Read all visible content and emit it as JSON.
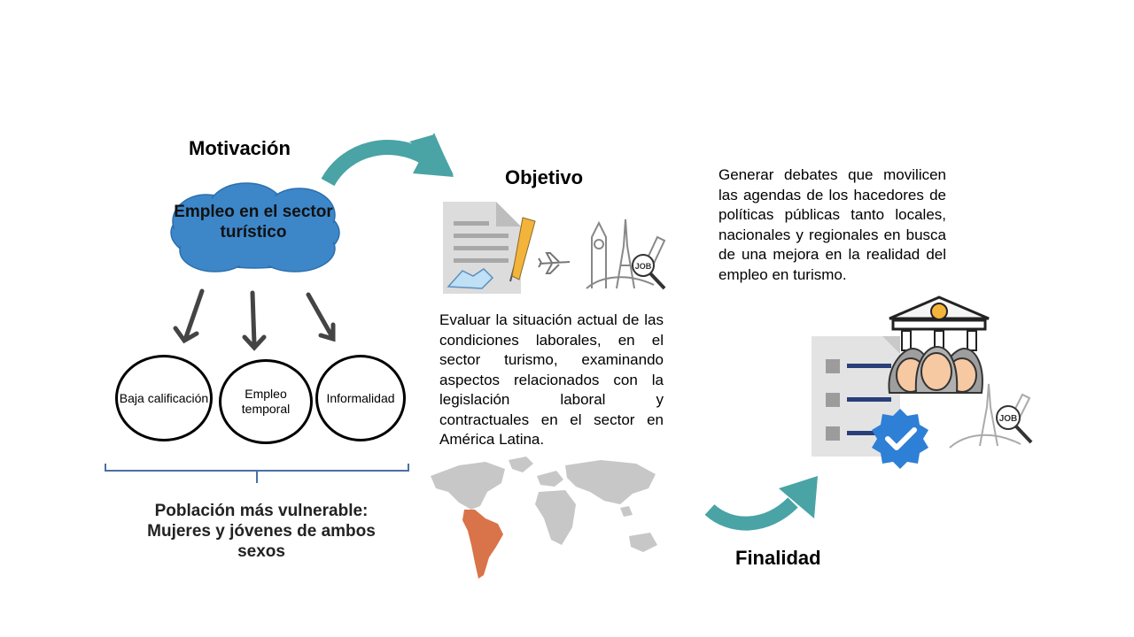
{
  "motivation": {
    "title": "Motivación",
    "cloud_text": "Empleo en el sector turístico",
    "circles": [
      "Baja calificación",
      "Empleo temporal",
      "Informalidad"
    ],
    "vulnerable_text": "Población más vulnerable: Mujeres y jóvenes de ambos sexos"
  },
  "objective": {
    "title": "Objetivo",
    "paragraph": "Evaluar la situación actual de las condiciones laborales, en el sector turismo, examinando aspectos relacionados con la legislación laboral y contractuales en el sector en América Latina."
  },
  "finality": {
    "title": "Finalidad",
    "paragraph": "Generar debates que movilicen las agendas de los hacedores de políticas públicas tanto locales, nacionales y regionales en busca de una mejora en la realidad del empleo en turismo."
  },
  "icon_labels": {
    "job": "JOB"
  },
  "colors": {
    "teal_arrow": "#4aa3a5",
    "cloud_blue": "#3d87c9",
    "latam_orange": "#d9734a",
    "world_gray": "#c7c7c7",
    "verified_blue": "#2e7fd6"
  }
}
